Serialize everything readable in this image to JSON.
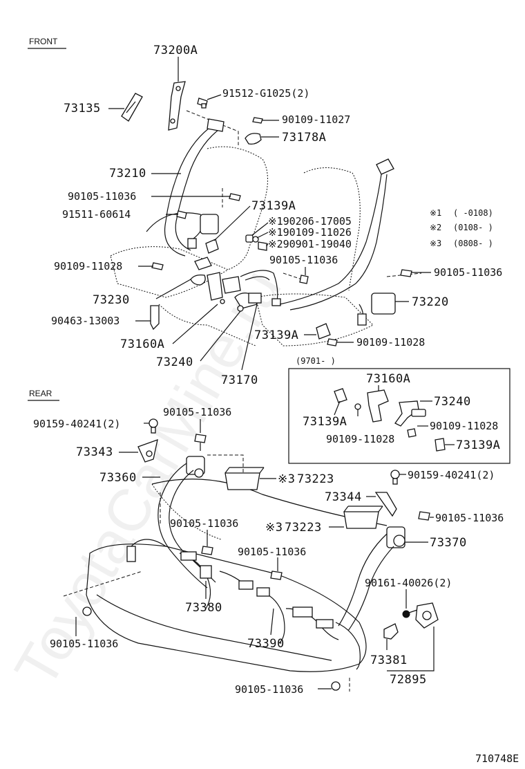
{
  "sections": {
    "front": "FRONT",
    "rear": "REAR"
  },
  "watermark": "ToyotaCarMine.ru",
  "diagram_code": "710748E",
  "legend": [
    {
      "mark": "※1",
      "range": "(      -0108)"
    },
    {
      "mark": "※2",
      "range": "(0108-      )"
    },
    {
      "mark": "※3",
      "range": "(0808-      )"
    }
  ],
  "inset_range": "(9701-      )",
  "front_parts": {
    "p73200A": "73200A",
    "p91512": "91512-G1025(2)",
    "p73135": "73135",
    "p90109_11027": "90109-11027",
    "p73178A": "73178A",
    "p73210": "73210",
    "p90105_a": "90105-11036",
    "p73139A_a": "73139A",
    "p91511": "91511-60614",
    "p190206": "※190206-17005",
    "p190109": "※190109-11026",
    "p290901": "※290901-19040",
    "p90105_b": "90105-11036",
    "p90109_11028_a": "90109-11028",
    "p90105_c": "90105-11036",
    "p73230": "73230",
    "p73220": "73220",
    "p90463": "90463-13003",
    "p73139A_b": "73139A",
    "p90109_11028_b": "90109-11028",
    "p73160A": "73160A",
    "p73240": "73240",
    "p73170": "73170"
  },
  "inset_parts": {
    "p73160A": "73160A",
    "p73240": "73240",
    "p73139A_a": "73139A",
    "p90109_11028_a": "90109-11028",
    "p90109_11028_b": "90109-11028",
    "p73139A_b": "73139A"
  },
  "rear_parts": {
    "p90159_a": "90159-40241(2)",
    "p90105_a": "90105-11036",
    "p73343": "73343",
    "p73360": "73360",
    "p73223_a": "73223",
    "p73223_a_mark": "※3",
    "p90159_b": "90159-40241(2)",
    "p73344": "73344",
    "p90105_b": "90105-11036",
    "p90105_c": "90105-11036",
    "p73223_b": "73223",
    "p73223_b_mark": "※3",
    "p73370": "73370",
    "p90105_d": "90105-11036",
    "p90161": "90161-40026(2)",
    "p73380": "73380",
    "p73390": "73390",
    "p90105_e": "90105-11036",
    "p73381": "73381",
    "p72895": "72895",
    "p90105_f": "90105-11036"
  }
}
